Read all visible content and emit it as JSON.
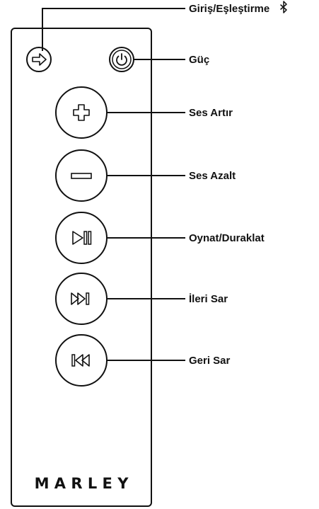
{
  "remote": {
    "brand": "M A R L E Y",
    "buttons": [
      {
        "id": "input-pair",
        "icon": "arrow-right-icon",
        "label": "Giriş/Eşleştirme",
        "extra_icon": "bluetooth-icon"
      },
      {
        "id": "power",
        "icon": "power-icon",
        "label": "Güç"
      },
      {
        "id": "volume-up",
        "icon": "plus-icon",
        "label": "Ses Artır"
      },
      {
        "id": "volume-down",
        "icon": "minus-icon",
        "label": "Ses Azalt"
      },
      {
        "id": "play-pause",
        "icon": "play-pause-icon",
        "label": "Oynat/Duraklat"
      },
      {
        "id": "next",
        "icon": "skip-forward-icon",
        "label": "İleri Sar"
      },
      {
        "id": "previous",
        "icon": "skip-back-icon",
        "label": "Geri Sar"
      }
    ]
  },
  "colors": {
    "ink": "#111111",
    "background": "#ffffff"
  }
}
